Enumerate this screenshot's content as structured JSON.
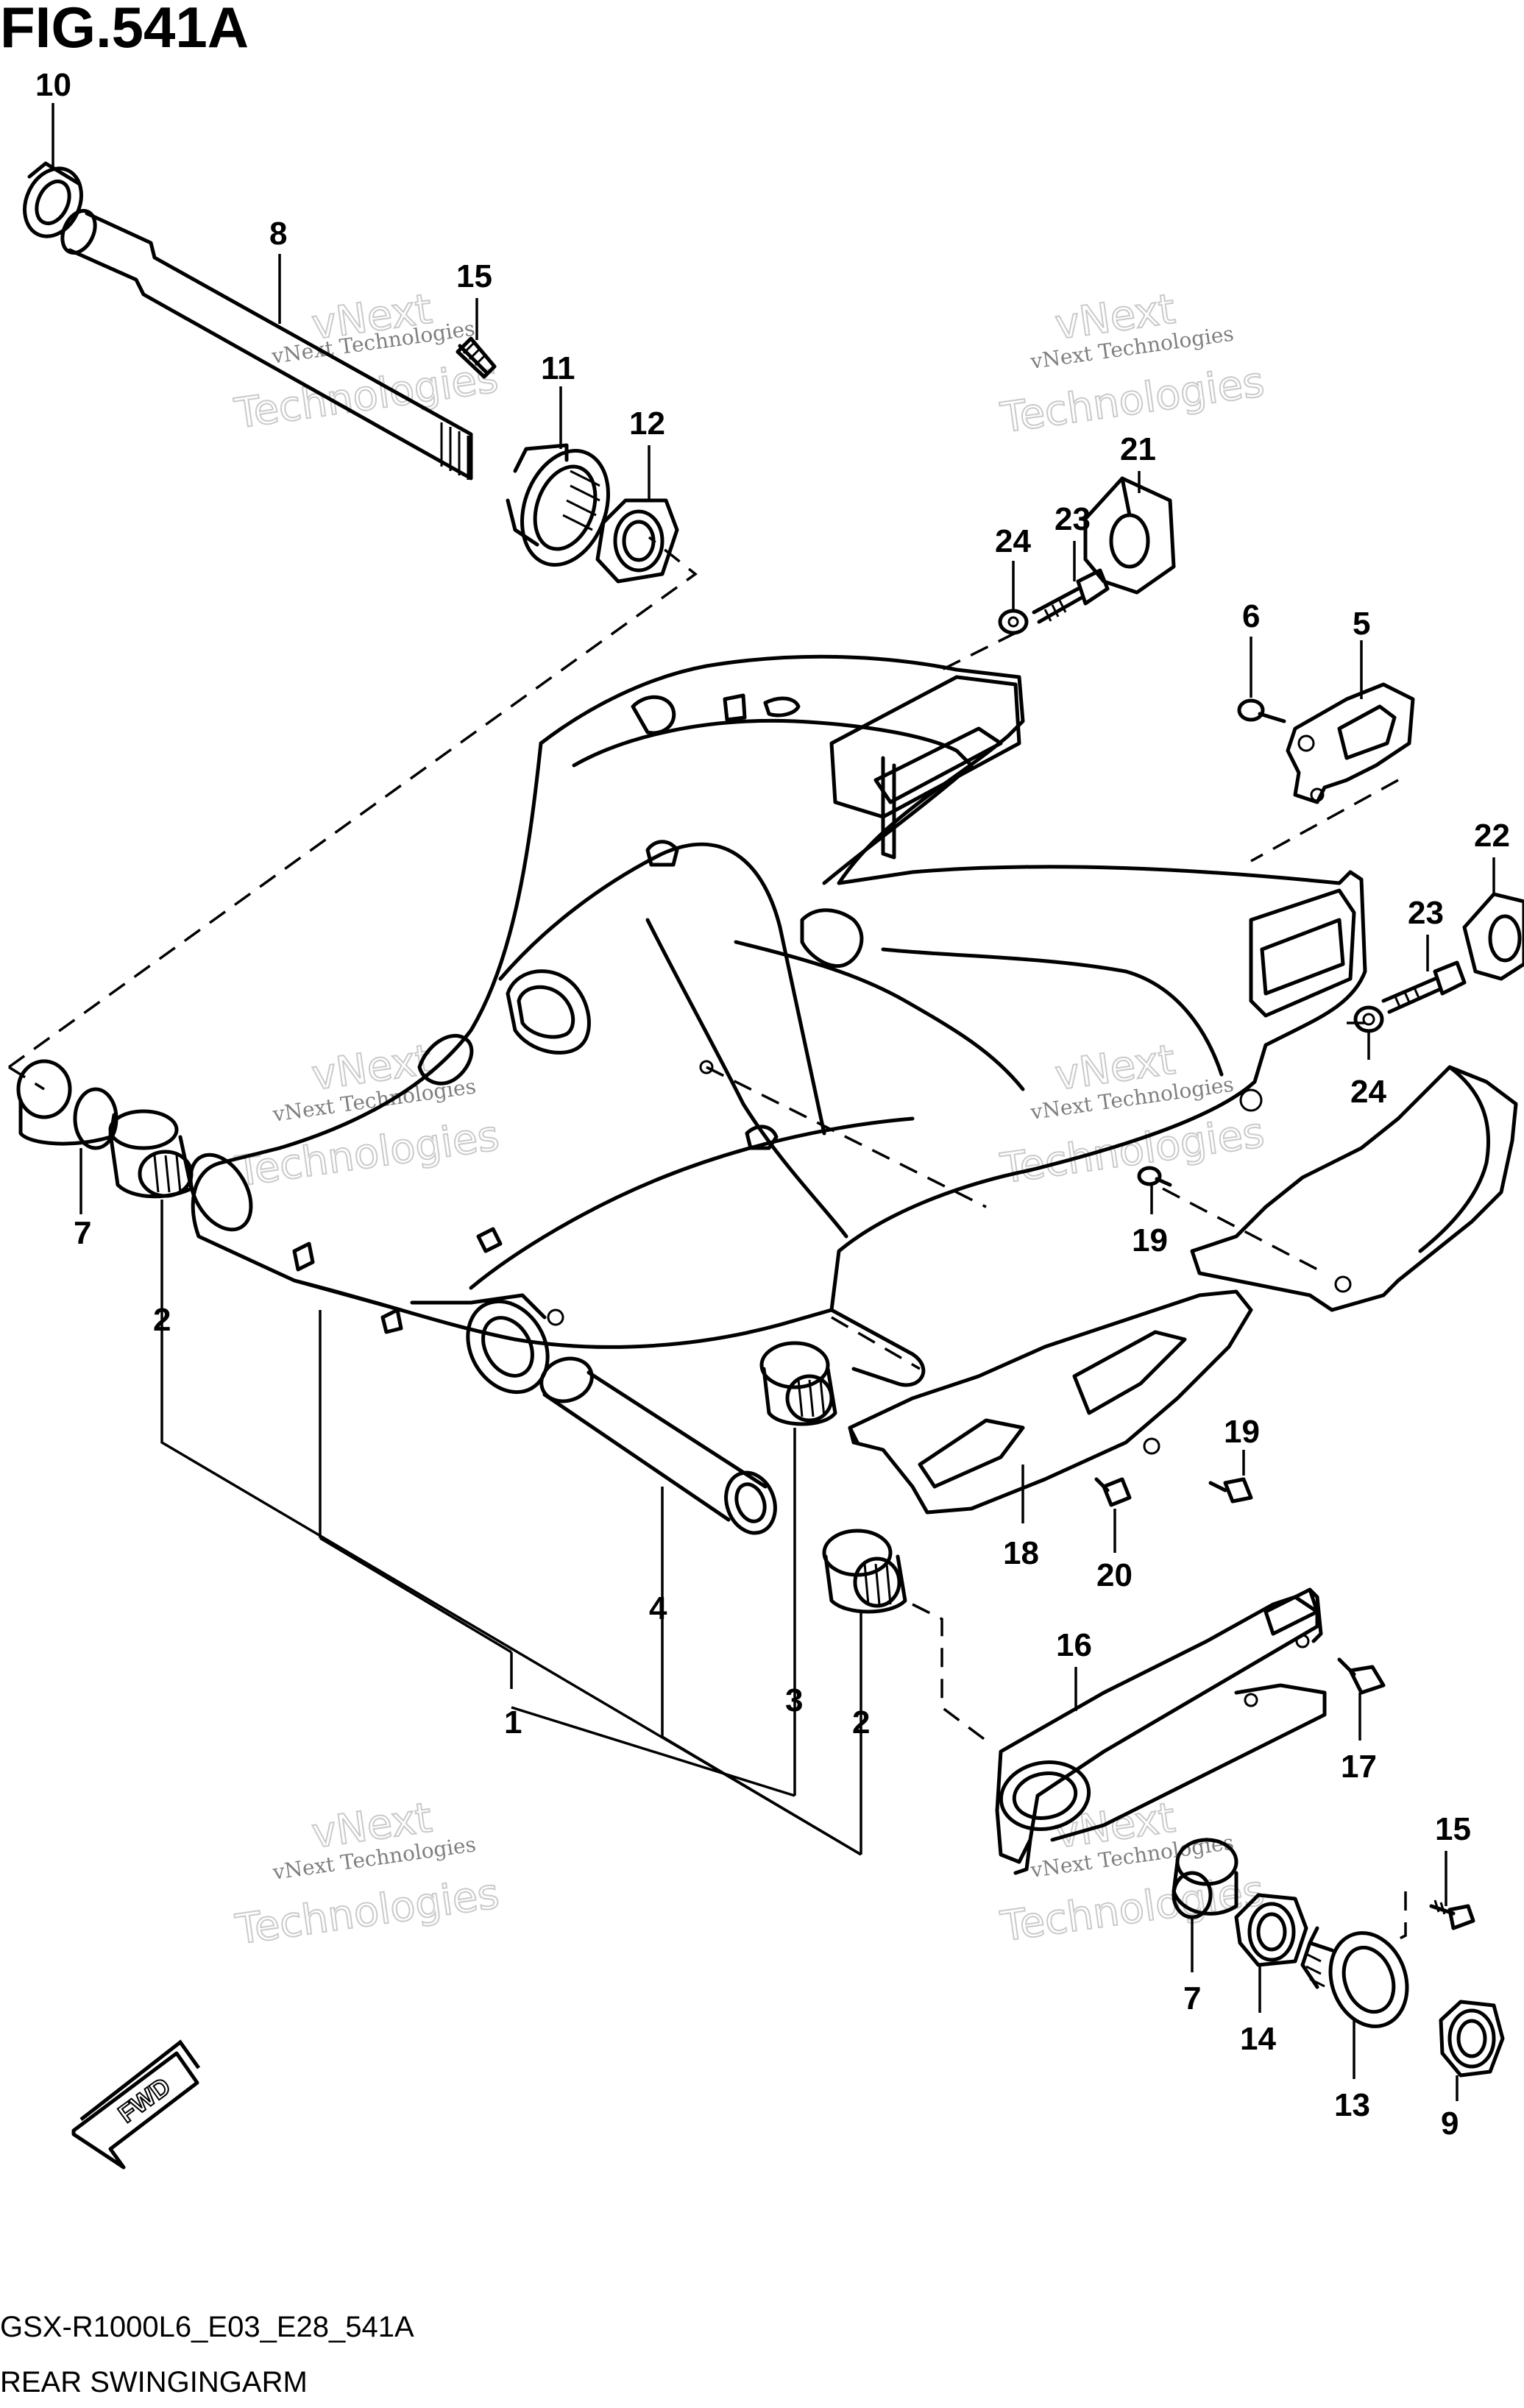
{
  "figure": {
    "title": "FIG.541A",
    "code": "GSX-R1000L6_E03_E28_541A",
    "name": "REAR SWINGINGARM"
  },
  "watermark": {
    "line1": "vNext",
    "line2": "vNext Technologies",
    "line3": "Technologies"
  },
  "direction_marker": {
    "label": "FWD"
  },
  "callouts": [
    {
      "id": "c10",
      "label": "10"
    },
    {
      "id": "c8",
      "label": "8"
    },
    {
      "id": "c15a",
      "label": "15"
    },
    {
      "id": "c11",
      "label": "11"
    },
    {
      "id": "c12",
      "label": "12"
    },
    {
      "id": "c21",
      "label": "21"
    },
    {
      "id": "c24a",
      "label": "24"
    },
    {
      "id": "c23a",
      "label": "23"
    },
    {
      "id": "c6",
      "label": "6"
    },
    {
      "id": "c5",
      "label": "5"
    },
    {
      "id": "c22",
      "label": "22"
    },
    {
      "id": "c23b",
      "label": "23"
    },
    {
      "id": "c24b",
      "label": "24"
    },
    {
      "id": "c7a",
      "label": "7"
    },
    {
      "id": "c2a",
      "label": "2"
    },
    {
      "id": "c19a",
      "label": "19"
    },
    {
      "id": "c19b",
      "label": "19"
    },
    {
      "id": "c18",
      "label": "18"
    },
    {
      "id": "c20",
      "label": "20"
    },
    {
      "id": "c4",
      "label": "4"
    },
    {
      "id": "c1",
      "label": "1"
    },
    {
      "id": "c3",
      "label": "3"
    },
    {
      "id": "c2b",
      "label": "2"
    },
    {
      "id": "c16",
      "label": "16"
    },
    {
      "id": "c17",
      "label": "17"
    },
    {
      "id": "c15b",
      "label": "15"
    },
    {
      "id": "c7b",
      "label": "7"
    },
    {
      "id": "c14",
      "label": "14"
    },
    {
      "id": "c13",
      "label": "13"
    },
    {
      "id": "c9",
      "label": "9"
    }
  ]
}
